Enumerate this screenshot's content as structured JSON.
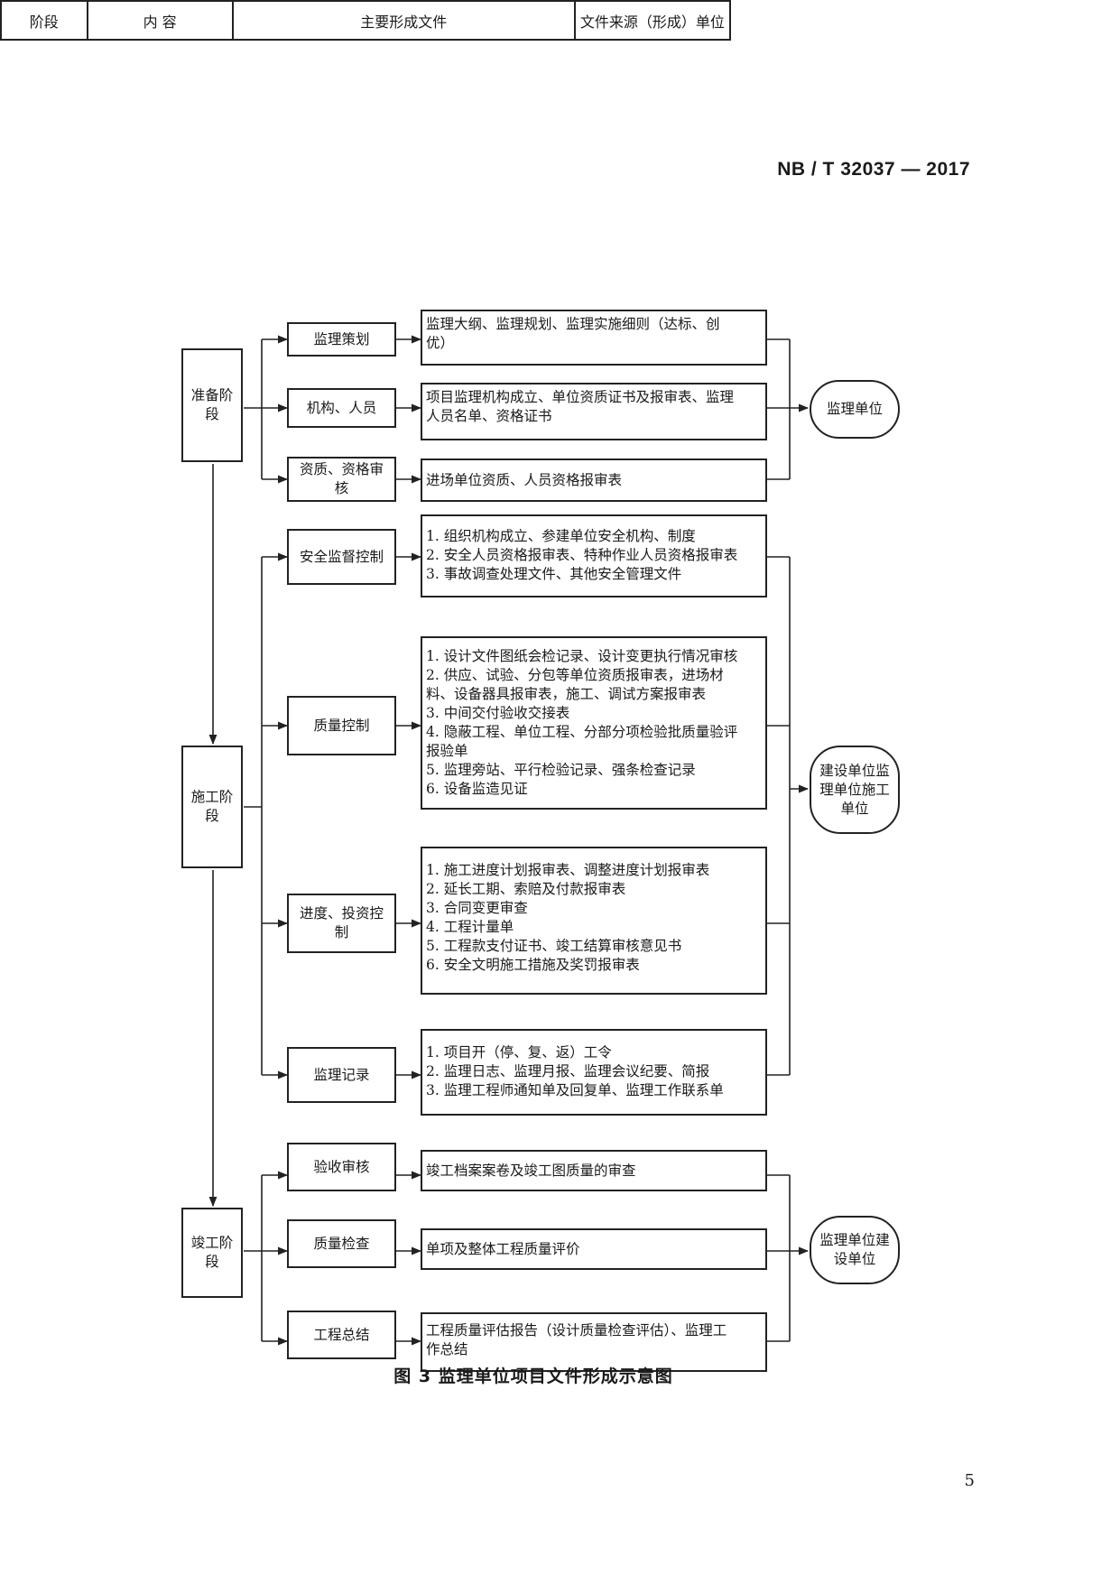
{
  "doc_code": "NB / T 32037 — 2017",
  "header": {
    "stage": "阶段",
    "content": "内 容",
    "documents": "主要形成文件",
    "source": "文件来源（形成）单位"
  },
  "stages": {
    "prep": "准备阶段",
    "construction": "施工阶段",
    "completion": "竣工阶段"
  },
  "items": {
    "plan": "监理策划",
    "org": "机构、人员",
    "qual": "资质、资格审核",
    "safety": "安全监督控制",
    "quality": "质量控制",
    "progress": "进度、投资控制",
    "record": "监理记录",
    "accept": "验收审核",
    "inspect": "质量检查",
    "summary": "工程总结"
  },
  "docs": {
    "plan": [
      "监理大纲、监理规划、监理实施细则（达标、创",
      "优）"
    ],
    "org": [
      "项目监理机构成立、单位资质证书及报审表、监理",
      "人员名单、资格证书"
    ],
    "qual": [
      "进场单位资质、人员资格报审表"
    ],
    "safety": [
      "1. 组织机构成立、参建单位安全机构、制度",
      "2. 安全人员资格报审表、特种作业人员资格报审表",
      "3. 事故调查处理文件、其他安全管理文件"
    ],
    "quality": [
      "1. 设计文件图纸会检记录、设计变更执行情况审核",
      "2. 供应、试验、分包等单位资质报审表，进场材",
      "料、设备器具报审表，施工、调试方案报审表",
      "3. 中间交付验收交接表",
      "4. 隐蔽工程、单位工程、分部分项检验批质量验评",
      "报验单",
      "5. 监理旁站、平行检验记录、强条检查记录",
      "6. 设备监造见证"
    ],
    "progress": [
      "1. 施工进度计划报审表、调整进度计划报审表",
      "2. 延长工期、索赔及付款报审表",
      "3. 合同变更审查",
      "4. 工程计量单",
      "5. 工程款支付证书、竣工结算审核意见书",
      "6. 安全文明施工措施及奖罚报审表"
    ],
    "record": [
      "1. 项目开（停、复、返）工令",
      "2. 监理日志、监理月报、监理会议纪要、简报",
      "3. 监理工程师通知单及回复单、监理工作联系单"
    ],
    "accept": [
      "竣工档案案卷及竣工图质量的审查"
    ],
    "inspect": [
      "单项及整体工程质量评价"
    ],
    "summary": [
      "工程质量评估报告（设计质量检查评估）、监理工",
      "作总结"
    ]
  },
  "sources": {
    "prep": [
      "监理单位"
    ],
    "construction": [
      "建设单位",
      "监理单位",
      "施工单位"
    ],
    "completion": [
      "监理单位",
      "建设单位"
    ]
  },
  "caption": "图 3    监理单位项目文件形成示意图",
  "page_number": "5"
}
